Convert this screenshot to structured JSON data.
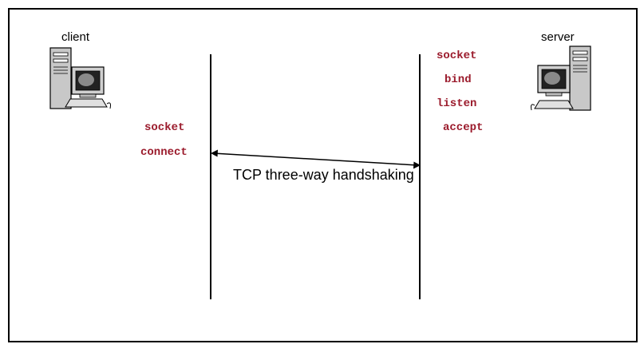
{
  "client": {
    "label": "client",
    "calls": [
      "socket",
      "connect"
    ]
  },
  "server": {
    "label": "server",
    "calls": [
      "socket",
      "bind",
      "listen",
      "accept"
    ]
  },
  "handshake": {
    "label": "TCP three-way handshaking"
  },
  "colors": {
    "call_text": "#9b1b2c",
    "lines": "#000000"
  },
  "icons": {
    "client": "desktop-computer-icon",
    "server": "desktop-computer-icon"
  }
}
